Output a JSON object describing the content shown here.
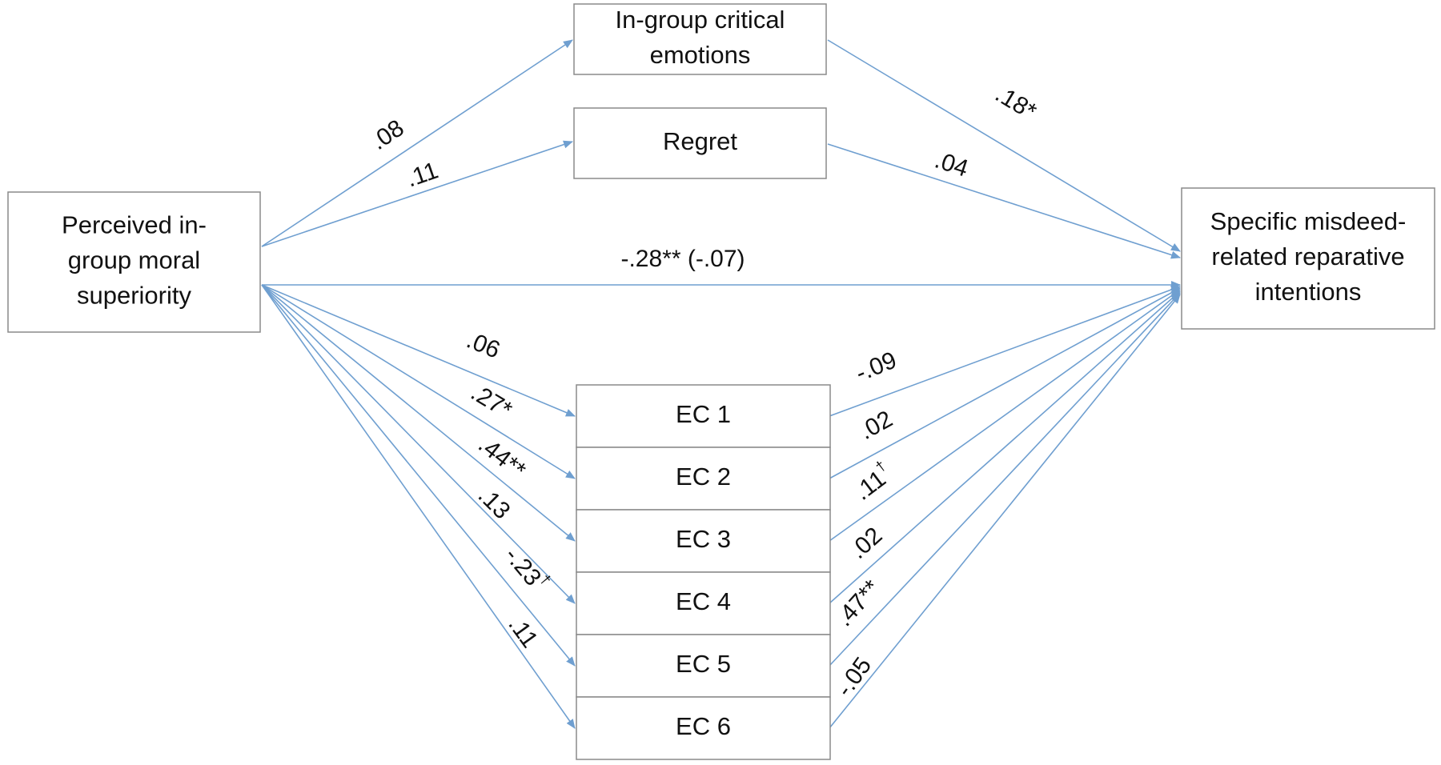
{
  "nodes": {
    "predictor": {
      "lines": [
        "Perceived in-",
        "group moral",
        "superiority"
      ]
    },
    "critical": {
      "lines": [
        "In-group critical",
        "emotions"
      ]
    },
    "regret": {
      "lines": [
        "Regret"
      ]
    },
    "outcome": {
      "lines": [
        "Specific misdeed-",
        "related reparative",
        "intentions"
      ]
    },
    "ec1": {
      "lines": [
        "EC 1"
      ]
    },
    "ec2": {
      "lines": [
        "EC 2"
      ]
    },
    "ec3": {
      "lines": [
        "EC 3"
      ]
    },
    "ec4": {
      "lines": [
        "EC 4"
      ]
    },
    "ec5": {
      "lines": [
        "EC 5"
      ]
    },
    "ec6": {
      "lines": [
        "EC 6"
      ]
    }
  },
  "paths": [
    {
      "id": "pred-critical",
      "from": "predictor",
      "to": "critical",
      "label": ".08",
      "sup": ""
    },
    {
      "id": "pred-regret",
      "from": "predictor",
      "to": "regret",
      "label": ".11",
      "sup": ""
    },
    {
      "id": "critical-out",
      "from": "critical",
      "to": "outcome",
      "label": ".18*",
      "sup": ""
    },
    {
      "id": "regret-out",
      "from": "regret",
      "to": "outcome",
      "label": ".04",
      "sup": ""
    },
    {
      "id": "pred-out",
      "from": "predictor",
      "to": "outcome",
      "label": "-.28** (-.07)",
      "sup": ""
    },
    {
      "id": "pred-ec1",
      "from": "predictor",
      "to": "ec1",
      "label": ".06",
      "sup": ""
    },
    {
      "id": "pred-ec2",
      "from": "predictor",
      "to": "ec2",
      "label": ".27*",
      "sup": ""
    },
    {
      "id": "pred-ec3",
      "from": "predictor",
      "to": "ec3",
      "label": ".44**",
      "sup": ""
    },
    {
      "id": "pred-ec4",
      "from": "predictor",
      "to": "ec4",
      "label": ".13",
      "sup": ""
    },
    {
      "id": "pred-ec5",
      "from": "predictor",
      "to": "ec5",
      "label": "-.23",
      "sup": "†"
    },
    {
      "id": "pred-ec6",
      "from": "predictor",
      "to": "ec6",
      "label": ".11",
      "sup": ""
    },
    {
      "id": "ec1-out",
      "from": "ec1",
      "to": "outcome",
      "label": "-.09",
      "sup": ""
    },
    {
      "id": "ec2-out",
      "from": "ec2",
      "to": "outcome",
      "label": ".02",
      "sup": ""
    },
    {
      "id": "ec3-out",
      "from": "ec3",
      "to": "outcome",
      "label": ".11",
      "sup": "†"
    },
    {
      "id": "ec4-out",
      "from": "ec4",
      "to": "outcome",
      "label": ".02",
      "sup": ""
    },
    {
      "id": "ec5-out",
      "from": "ec5",
      "to": "outcome",
      "label": ".47**",
      "sup": ""
    },
    {
      "id": "ec6-out",
      "from": "ec6",
      "to": "outcome",
      "label": "-.05",
      "sup": ""
    }
  ],
  "colors": {
    "arrow": "#6f9fd0",
    "box_border": "#8a8a8a",
    "text": "#111111"
  }
}
